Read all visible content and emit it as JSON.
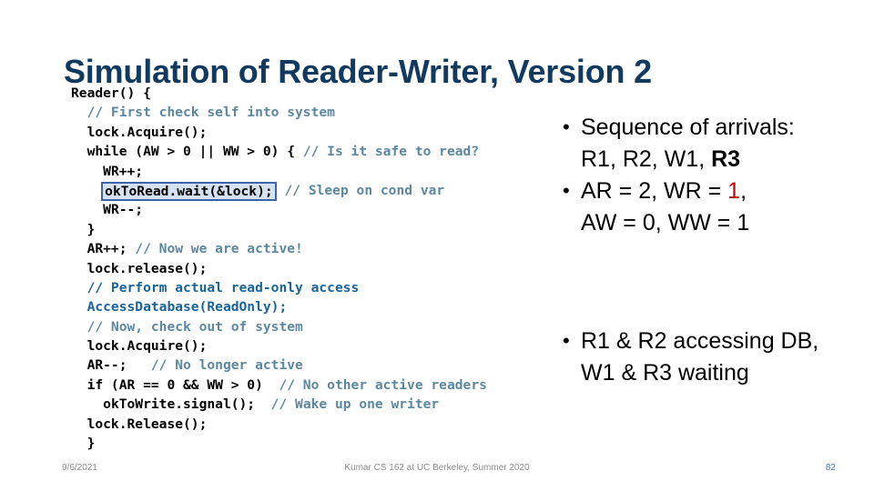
{
  "slide": {
    "title": "Simulation of Reader-Writer, Version 2"
  },
  "code": {
    "lines": [
      {
        "id": "l1",
        "indent": 0,
        "text": "Reader() {"
      },
      {
        "id": "l2",
        "indent": 1,
        "comment": "// First check self into system"
      },
      {
        "id": "l3",
        "indent": 1,
        "text": "lock.Acquire();"
      },
      {
        "id": "l4",
        "indent": 1,
        "text": "while (AW > 0 || WW > 0) { ",
        "comment": "// Is it safe to read?"
      },
      {
        "id": "l5",
        "indent": 2,
        "text": "WR++;"
      },
      {
        "id": "l6",
        "indent": 2,
        "highlight": "okToRead.wait(&lock);",
        "comment": " // Sleep on cond var"
      },
      {
        "id": "l7",
        "indent": 2,
        "text": "WR--;"
      },
      {
        "id": "l8",
        "indent": 1,
        "text": "}"
      },
      {
        "id": "l9",
        "indent": 1,
        "text": "AR++; ",
        "comment": "// Now we are active!"
      },
      {
        "id": "l10",
        "indent": 1,
        "text": "lock.release();"
      },
      {
        "id": "l11",
        "indent": 1,
        "blue": "// Perform actual read-only access"
      },
      {
        "id": "l12",
        "indent": 1,
        "blue": "AccessDatabase(ReadOnly);"
      },
      {
        "id": "l13",
        "indent": 1,
        "comment": "// Now, check out of system"
      },
      {
        "id": "l14",
        "indent": 1,
        "text": "lock.Acquire();"
      },
      {
        "id": "l15",
        "indent": 1,
        "text": "AR--;   ",
        "comment": "// No longer active"
      },
      {
        "id": "l16",
        "indent": 1,
        "text": "if (AR == 0 && WW > 0)  ",
        "comment": "// No other active readers"
      },
      {
        "id": "l17",
        "indent": 2,
        "text": "okToWrite.signal();  ",
        "comment": "// Wake up one writer"
      },
      {
        "id": "l18",
        "indent": 1,
        "text": "lock.Release();"
      },
      {
        "id": "l19",
        "indent": 0,
        "text": "  }"
      }
    ]
  },
  "bullets_top": {
    "b1_label": "Sequence of arrivals:",
    "b1_cont_prefix": "R1, R2, W1, ",
    "b1_cont_bold": "R3",
    "b2_prefix": "AR = 2, WR = ",
    "b2_red": "1",
    "b2_suffix": ",",
    "b2_cont": "AW = 0, WW = 1"
  },
  "bullets_bottom": {
    "b3_label": "R1 & R2 accessing DB,",
    "b3_cont": "W1 & R3 waiting"
  },
  "footer": {
    "date": "9/6/2021",
    "center": "Kumar CS 162 at UC Berkeley, Summer 2020",
    "number": "82"
  },
  "colors": {
    "title": "#123A5F",
    "comment": "#5B87A0",
    "blue_line": "#19639B",
    "highlight_fill": "#D6E2F2",
    "highlight_border": "#3A64AC",
    "red_accent": "#C00000",
    "footer": "#8C8C8C",
    "page_number": "#4A7BBE"
  }
}
